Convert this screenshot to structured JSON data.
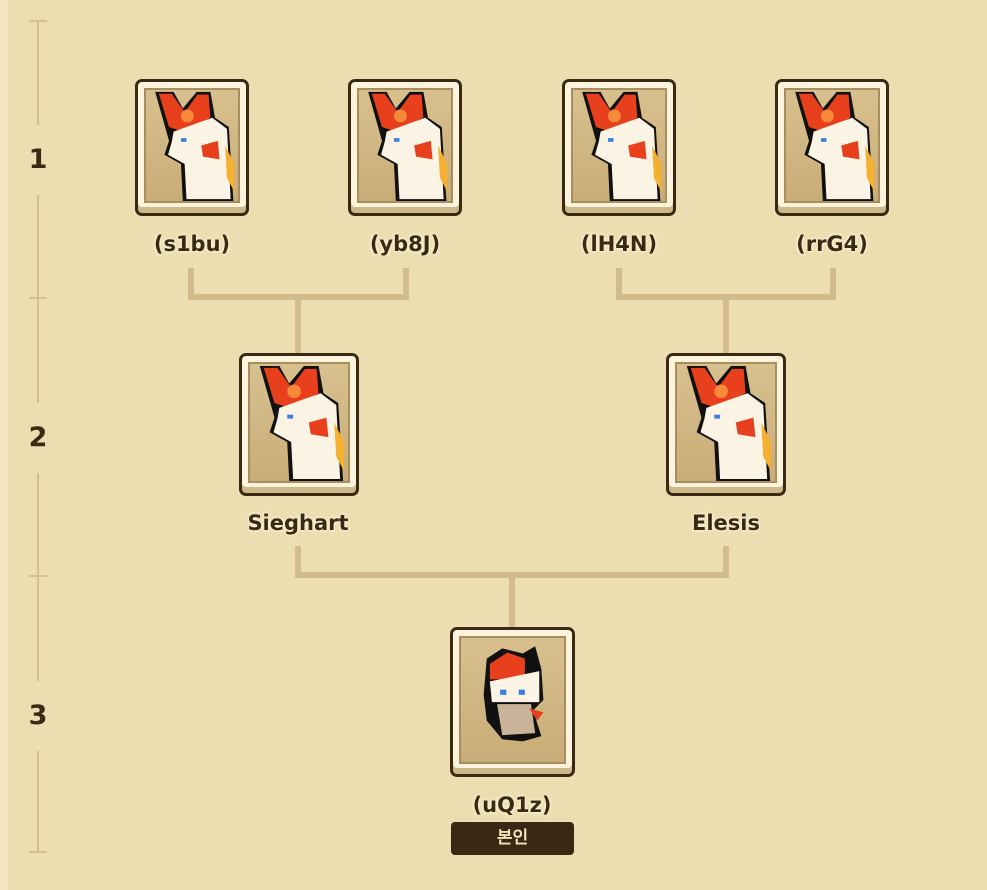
{
  "generations": [
    "1",
    "2",
    "3"
  ],
  "row1": [
    {
      "name": "(s1bu)"
    },
    {
      "name": "(yb8J)"
    },
    {
      "name": "(lH4N)"
    },
    {
      "name": "(rrG4)"
    }
  ],
  "row2": [
    {
      "name": "Sieghart"
    },
    {
      "name": "Elesis"
    }
  ],
  "row3": [
    {
      "name": "(uQ1z)",
      "badge": "본인"
    }
  ],
  "colors": {
    "background": "#ecdeb0",
    "line": "#d2bb8c",
    "text": "#3a2a14",
    "badge": "#3a2814"
  }
}
